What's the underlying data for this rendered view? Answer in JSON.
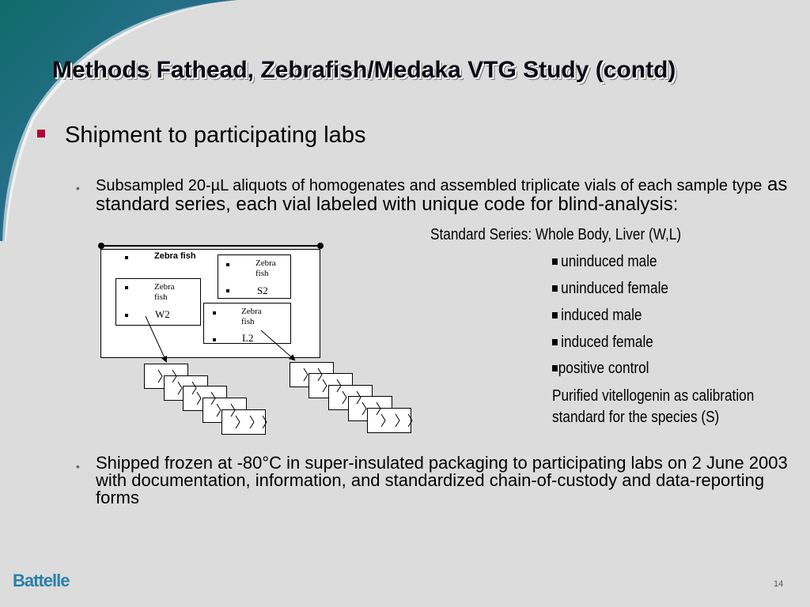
{
  "slide": {
    "title": "Methods Fathead, Zebrafish/Medaka VTG Study (contd)",
    "bullet_1": "Shipment to participating labs",
    "sub_bullet_1_small": "Subsampled 20-µL aliquots of homogenates and assembled triplicate vials of each sample type",
    "sub_bullet_1_large": " as standard series, each vial labeled with unique code for blind-analysis:",
    "sub_bullet_2": "Shipped frozen at -80°C in super-insulated packaging to participating labs on 2 June 2003 with documentation, information, and standardized chain-of-custody and data-reporting forms",
    "page_number": "14",
    "logo": "Battelle"
  },
  "standard_series": {
    "title": "Standard Series: Whole Body, Liver (W,L)",
    "items": [
      "uninduced male",
      "uninduced female",
      "induced male",
      "induced female",
      "positive control"
    ],
    "purified": "Purified vitellogenin as calibration standard for the species (S)"
  },
  "diagram": {
    "top_label": "Zebra fish",
    "box_s": {
      "species": "Zebra fish",
      "code": "S2"
    },
    "box_w": {
      "species": "Zebra fish",
      "code": "W2"
    },
    "box_l": {
      "species": "Zebra fish",
      "code": "L2"
    }
  },
  "colors": {
    "background": "#dcdcdc",
    "bullet_marker": "#b00038",
    "logo": "#2a7fa8",
    "swoosh": "#1f6f7a"
  }
}
